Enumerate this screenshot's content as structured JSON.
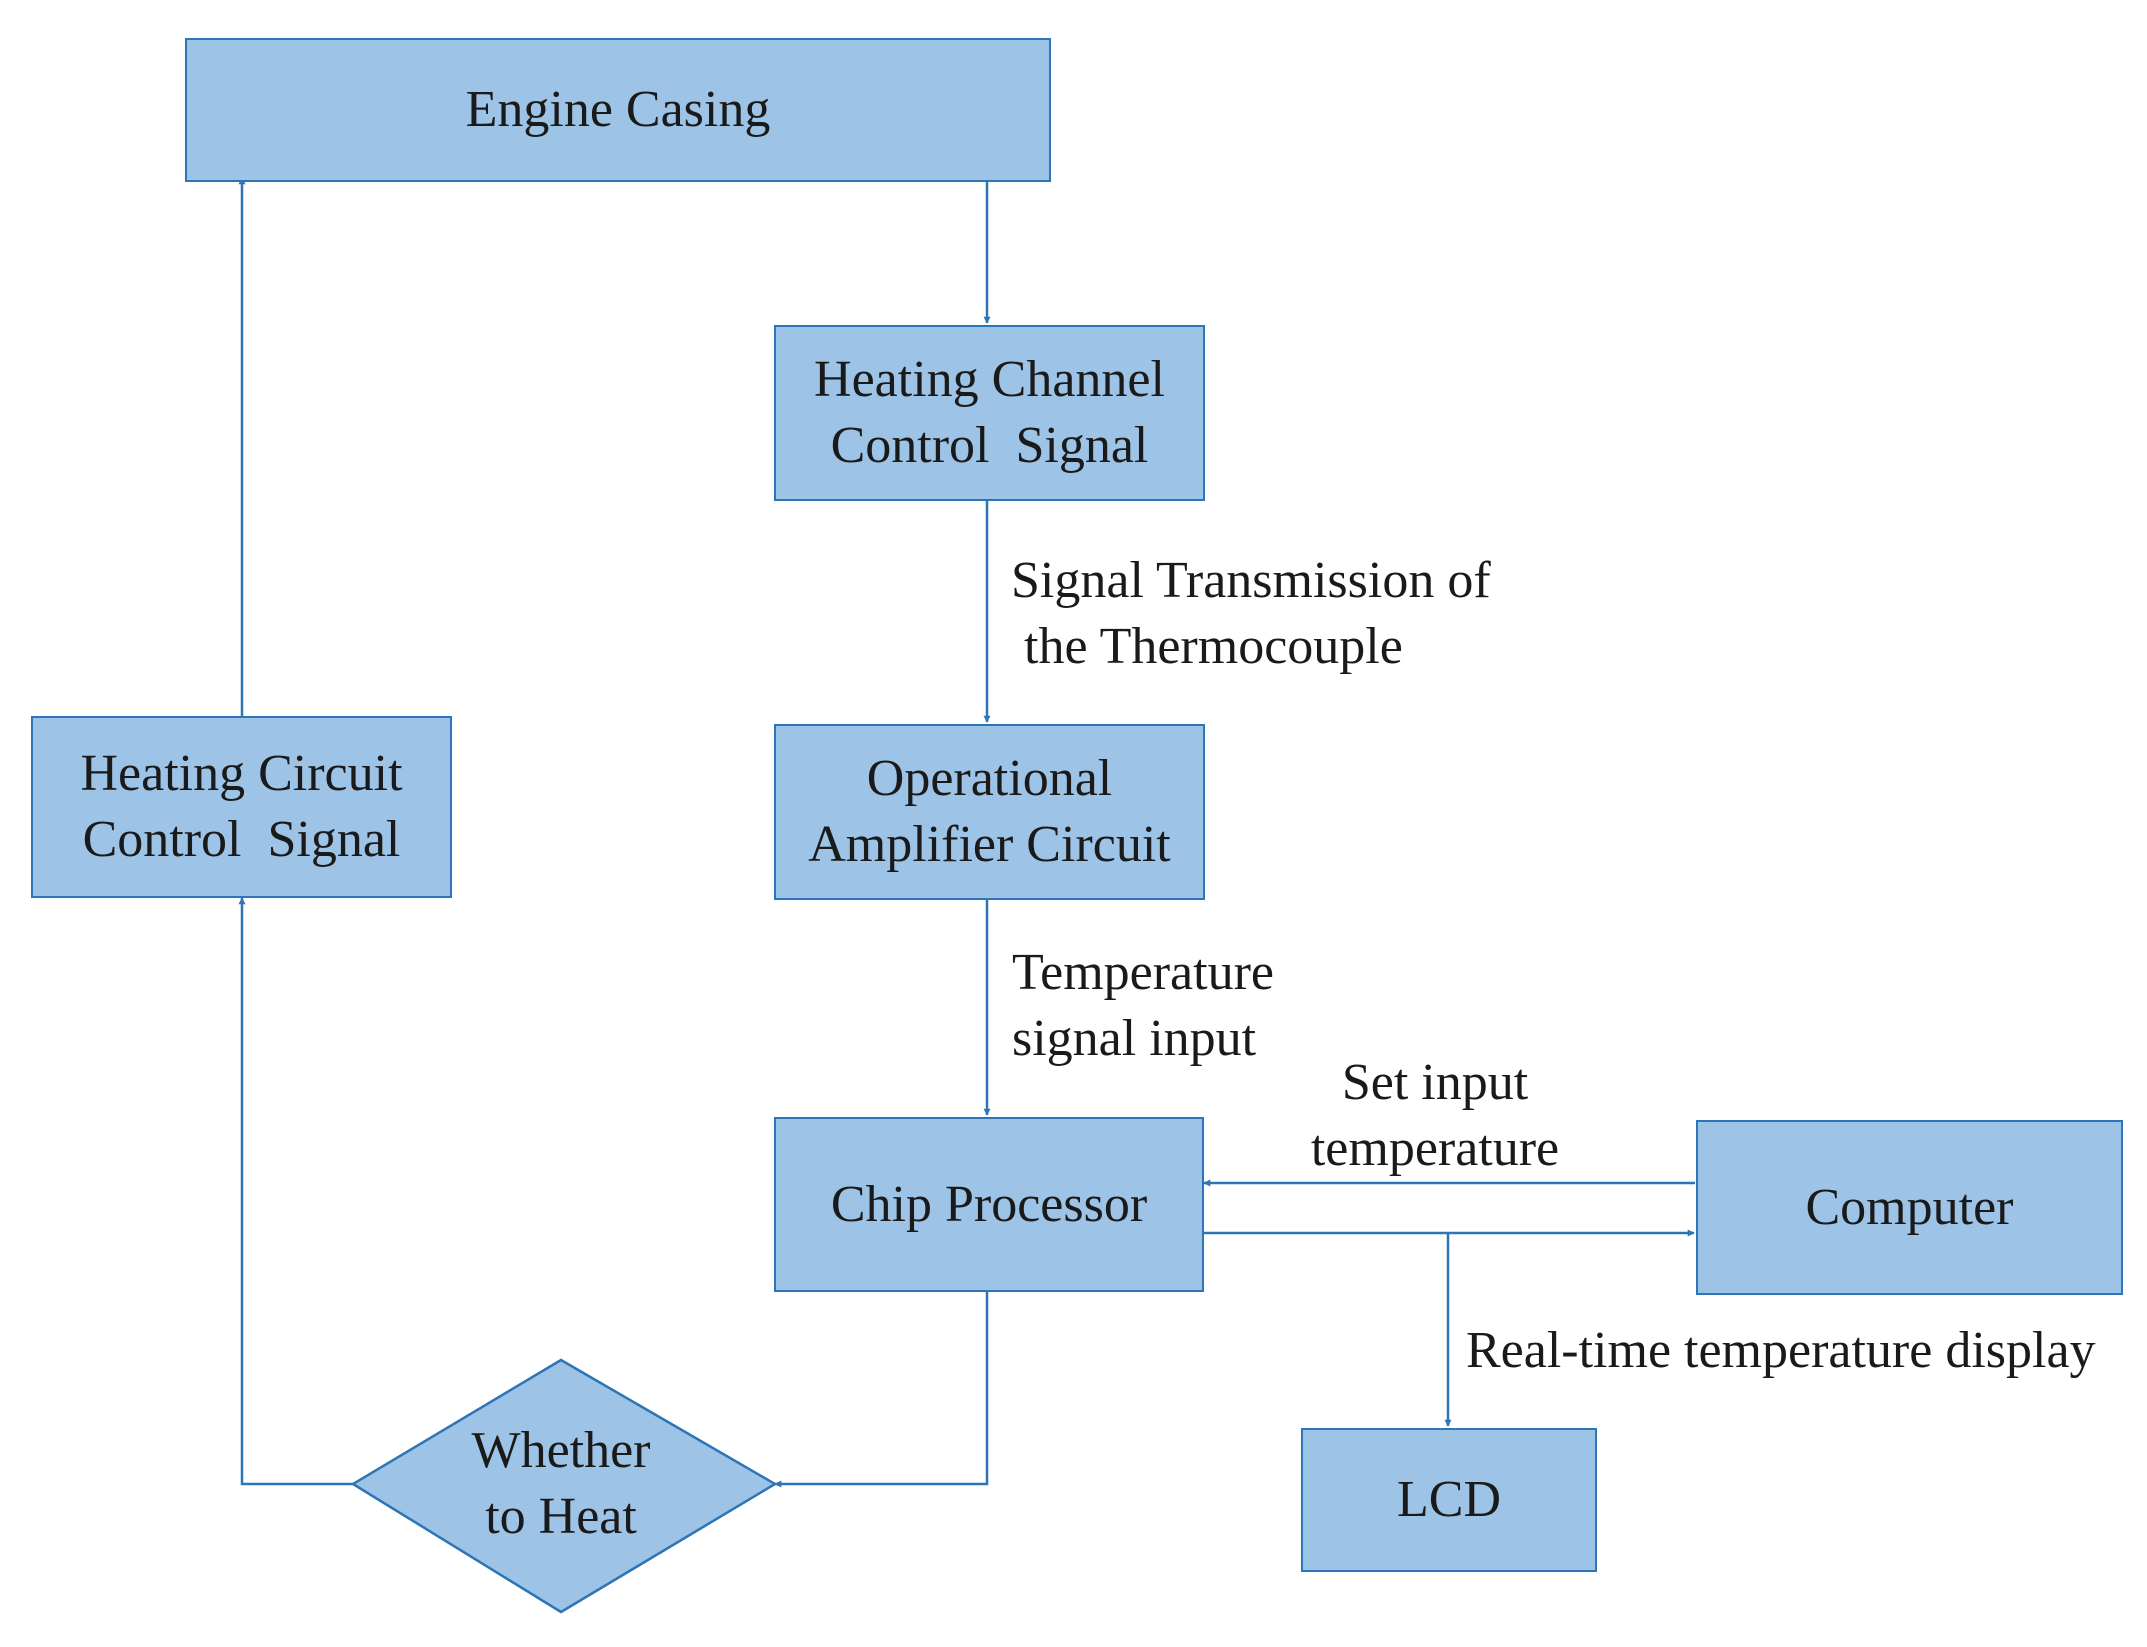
{
  "colors": {
    "box_fill": "#9dc3e6",
    "box_border": "#2e75b6",
    "connector": "#2e75b6",
    "text": "#1a1a1a"
  },
  "nodes": {
    "engine_casing": {
      "lines": [
        "Engine Casing"
      ]
    },
    "heating_channel": {
      "lines": [
        "Heating Channel",
        "Control  Signal"
      ]
    },
    "op_amp": {
      "lines": [
        "Operational",
        "Amplifier Circuit"
      ]
    },
    "chip": {
      "lines": [
        "Chip Processor"
      ]
    },
    "computer": {
      "lines": [
        "Computer"
      ]
    },
    "lcd": {
      "lines": [
        "LCD"
      ]
    },
    "heating_circuit": {
      "lines": [
        "Heating Circuit",
        "Control  Signal"
      ]
    },
    "decision": {
      "lines": [
        "Whether",
        "to Heat"
      ]
    }
  },
  "edge_labels": {
    "thermocouple": {
      "lines": [
        "Signal Transmission of",
        " the Thermocouple"
      ]
    },
    "temperature_input": {
      "lines": [
        "Temperature",
        "signal input"
      ]
    },
    "set_input": {
      "lines": [
        "Set input",
        "temperature"
      ]
    },
    "realtime": {
      "lines": [
        "Real-time temperature display"
      ]
    }
  }
}
